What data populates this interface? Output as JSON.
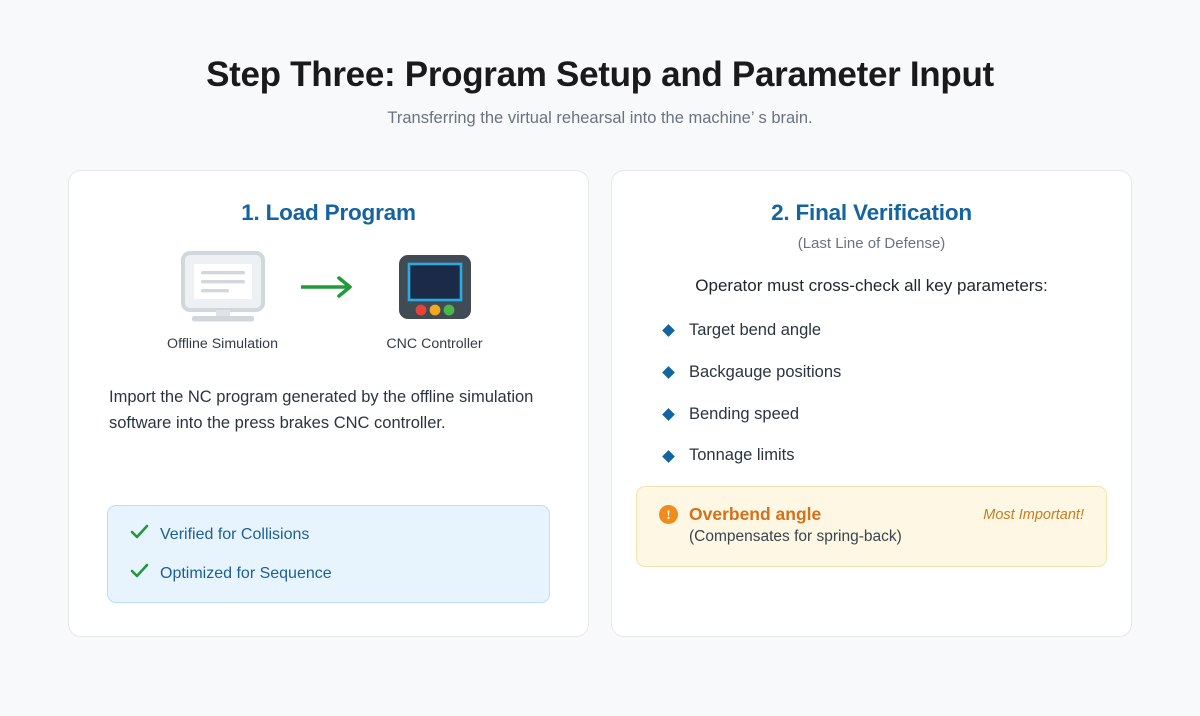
{
  "header": {
    "title": "Step Three: Program Setup and Parameter Input",
    "subtitle": "Transferring the virtual rehearsal into the machine’ s brain."
  },
  "colors": {
    "page_background": "#f7f9fb",
    "card_background": "#ffffff",
    "card_border": "#e6e8ec",
    "heading_blue": "#15639f",
    "info_box_background": "#e8f4fd",
    "info_box_border": "#bcdff5",
    "info_text_blue": "#1b5f98",
    "check_green": "#23973f",
    "arrow_green": "#219a3c",
    "warn_box_background": "#fdf7e3",
    "warn_box_border": "#f3e2ad",
    "warn_icon_orange": "#f08c1e",
    "warn_title_orange": "#d4711a",
    "warn_flag_orange": "#c97c20",
    "controller_body": "#414b54",
    "controller_screen": "#1b2a47",
    "controller_screen_border": "#2aaae2",
    "led_red": "#e8433a",
    "led_yellow": "#f0a81e",
    "led_green": "#49b749",
    "monitor_gray": "#d2d7dc"
  },
  "cards": {
    "left": {
      "title": "1. Load Program",
      "diagram": {
        "source": {
          "icon": "monitor-icon",
          "label": "Offline Simulation"
        },
        "arrow_icon": "arrow-right-icon",
        "target": {
          "icon": "cnc-controller-icon",
          "label": "CNC Controller"
        }
      },
      "body": "Import the NC program generated by the offline simulation software into the press brakes CNC controller.",
      "info_items": [
        {
          "icon": "check-icon",
          "label": "Verified for Collisions"
        },
        {
          "icon": "check-icon",
          "label": "Optimized for Sequence"
        }
      ]
    },
    "right": {
      "title": "2. Final Verification",
      "subtitle": "(Last Line of Defense)",
      "intro": "Operator must cross-check all key parameters:",
      "bullets": [
        {
          "label": "Target bend angle"
        },
        {
          "label": "Backgauge positions"
        },
        {
          "label": "Bending speed"
        },
        {
          "label": "Tonnage limits"
        }
      ],
      "warning": {
        "icon": "exclamation-circle-icon",
        "icon_glyph": "!",
        "title": "Overbend angle",
        "flag": "Most Important!",
        "subtitle": "(Compensates for spring-back)"
      }
    }
  }
}
